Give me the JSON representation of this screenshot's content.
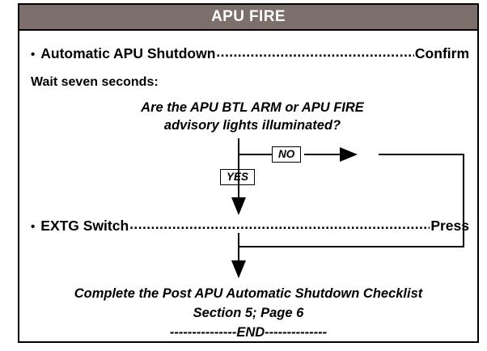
{
  "checklist": {
    "title": "APU FIRE",
    "title_bar_color": "#7d6f6b",
    "title_text_color": "#ffffff",
    "border_color": "#000000",
    "background_color": "#ffffff",
    "steps": [
      {
        "bullet": "•",
        "action": "Automatic APU Shutdown",
        "response": "Confirm"
      },
      {
        "bullet": "•",
        "action": "EXTG Switch",
        "response": "Press"
      }
    ],
    "wait_instruction": "Wait seven seconds:",
    "question": {
      "line1": "Are the APU BTL ARM or APU FIRE",
      "line2": "advisory lights illuminated?"
    },
    "decision_labels": {
      "no": "NO",
      "yes": "YES"
    },
    "footer": {
      "line1": "Complete the Post APU Automatic Shutdown Checklist",
      "line2": "Section 5; Page 6",
      "line3": "---------------END--------------"
    }
  }
}
